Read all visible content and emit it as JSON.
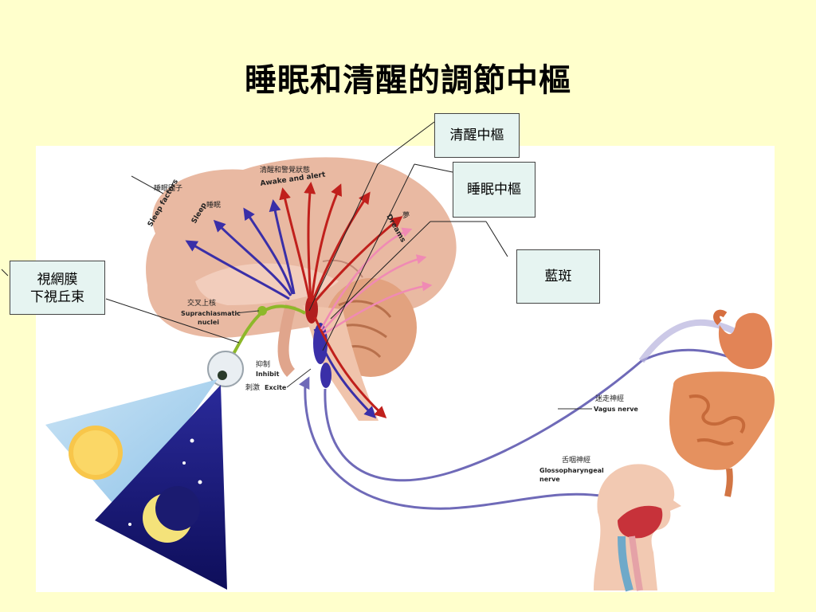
{
  "slide": {
    "title": "睡眠和清醒的調節中樞"
  },
  "callouts": {
    "awake_center": "清醒中樞",
    "sleep_center": "睡眠中樞",
    "locus": "藍斑",
    "retina_line1": "視網膜",
    "retina_line2": "下視丘束"
  },
  "labels": {
    "sleep_factors_zh": "睡眠因子",
    "sleep_factors_en": "Sleep factors",
    "sleep_zh": "睡眠",
    "sleep_en": "Sleep",
    "awake_zh": "清醒和警覺狀態",
    "awake_en": "Awake and alert",
    "dreams_zh": "夢",
    "dreams_en": "Dreams",
    "scn_zh": "交叉上核",
    "scn_en1": "Suprachiasmatic",
    "scn_en2": "nuclei",
    "inhibit_zh": "抑制",
    "inhibit_en": "Inhibit",
    "excite_zh": "刺激",
    "excite_en": "Excite",
    "vagus_zh": "迷走神經",
    "vagus_en": "Vagus nerve",
    "glosso_zh": "舌咽神經",
    "glosso_en1": "Glossopharyngeal",
    "glosso_en2": "nerve"
  },
  "colors": {
    "background": "#FFFFCC",
    "callout_fill": "#E6F4F1",
    "sleep_pathway": "#3A2FA8",
    "awake_pathway": "#C0201C",
    "dream_pathway": "#F08AB4",
    "brain": "#E9B9A2",
    "night_sky": "#1A1A78"
  }
}
